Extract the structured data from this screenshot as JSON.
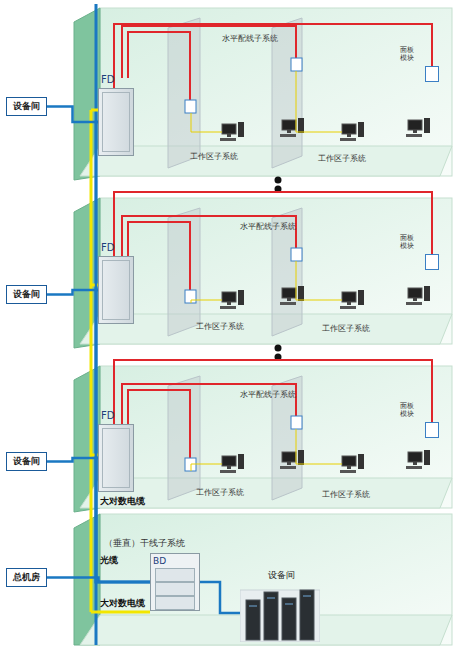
{
  "diagram": {
    "nodes": [
      {
        "text": [
          "设备间"
        ]
      },
      {
        "text": [
          "FD"
        ]
      },
      {
        "text": [
          "面板 模块"
        ]
      },
      {
        "text": [
          "设备间"
        ]
      },
      {
        "text": [
          "FD"
        ]
      },
      {
        "text": [
          "面板 模块"
        ]
      },
      {
        "text": [
          "设备间"
        ]
      },
      {
        "text": [
          "FD"
        ]
      },
      {
        "text": [
          "面板 模块"
        ]
      },
      {
        "text": [
          "总机房"
        ]
      },
      {
        "text": [
          "BD"
        ]
      },
      {
        "text": [
          "设备间"
        ]
      }
    ],
    "edges": [
      {
        "from": 0,
        "to": 1,
        "arrow": "none"
      },
      {
        "from": 1,
        "to": 2,
        "arrow": "none"
      },
      {
        "from": 3,
        "to": 4,
        "arrow": "none"
      },
      {
        "from": 4,
        "to": 5,
        "arrow": "none"
      },
      {
        "from": 6,
        "to": 7,
        "arrow": "none"
      },
      {
        "from": 7,
        "to": 8,
        "arrow": "none"
      },
      {
        "from": 9,
        "to": 10,
        "arrow": "none"
      },
      {
        "from": 10,
        "to": 11,
        "arrow": "none"
      },
      {
        "from": 10,
        "to": 1,
        "arrow": "none"
      },
      {
        "from": 10,
        "to": 4,
        "arrow": "none"
      },
      {
        "from": 10,
        "to": 7,
        "arrow": "none"
      }
    ],
    "labels": [
      "水平配线子系统",
      "工作区子系统",
      "工作区子系统",
      "水平配线子系统",
      "工作区子系统",
      "工作区子系统",
      "水平配线子系统",
      "工作区子系统",
      "工作区子系统",
      "大对数电缆",
      "（垂直）干线子系统",
      "光缆",
      "大对数电缆"
    ]
  }
}
